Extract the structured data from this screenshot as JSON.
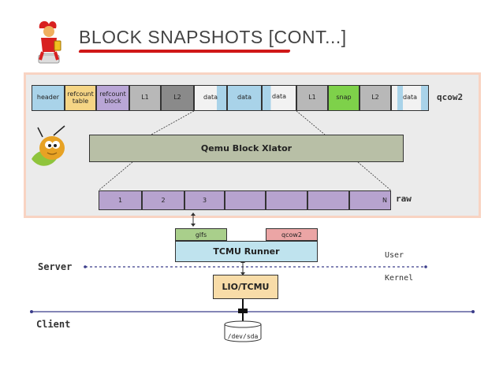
{
  "slide": {
    "title": "BLOCK SNAPSHOTS [CONT...]"
  },
  "qcow2": {
    "label": "qcow2",
    "cells": [
      "header",
      "refcount table",
      "refcount block",
      "L1",
      "L2",
      "data",
      "data",
      "data",
      "L1",
      "snap",
      "L2",
      "data"
    ]
  },
  "xlator": {
    "label": "Qemu Block Xlator"
  },
  "raw": {
    "label": "raw",
    "cells": [
      "1",
      "2",
      "3",
      "",
      "",
      "",
      "N"
    ]
  },
  "runner": {
    "gfs_label": "glfs",
    "qcow2_label": "qcow2",
    "label": "TCMU Runner"
  },
  "lio": {
    "label": "LIO/TCMU"
  },
  "device": {
    "label": "/dev/sda"
  },
  "labels": {
    "server": "Server",
    "client": "Client",
    "user": "User",
    "kernel": "Kernel"
  },
  "colors": {
    "header": "#a9d3e9",
    "refcount_table": "#f5d585",
    "refcount_block": "#b9a6d6",
    "l1": "#b8b8b8",
    "l2": "#8a8a8a",
    "data_light": "#f2f2f2",
    "data_blue": "#a9d3e9",
    "snap": "#7ed14a",
    "xlator": "#b8bfa6",
    "raw": "#b7a3cf",
    "glfs": "#a9cf8b",
    "qcow2_box": "#eba5a5",
    "runner": "#bfe3ee",
    "lio": "#f8dca8",
    "dashed_line": "#3a3c8a"
  }
}
